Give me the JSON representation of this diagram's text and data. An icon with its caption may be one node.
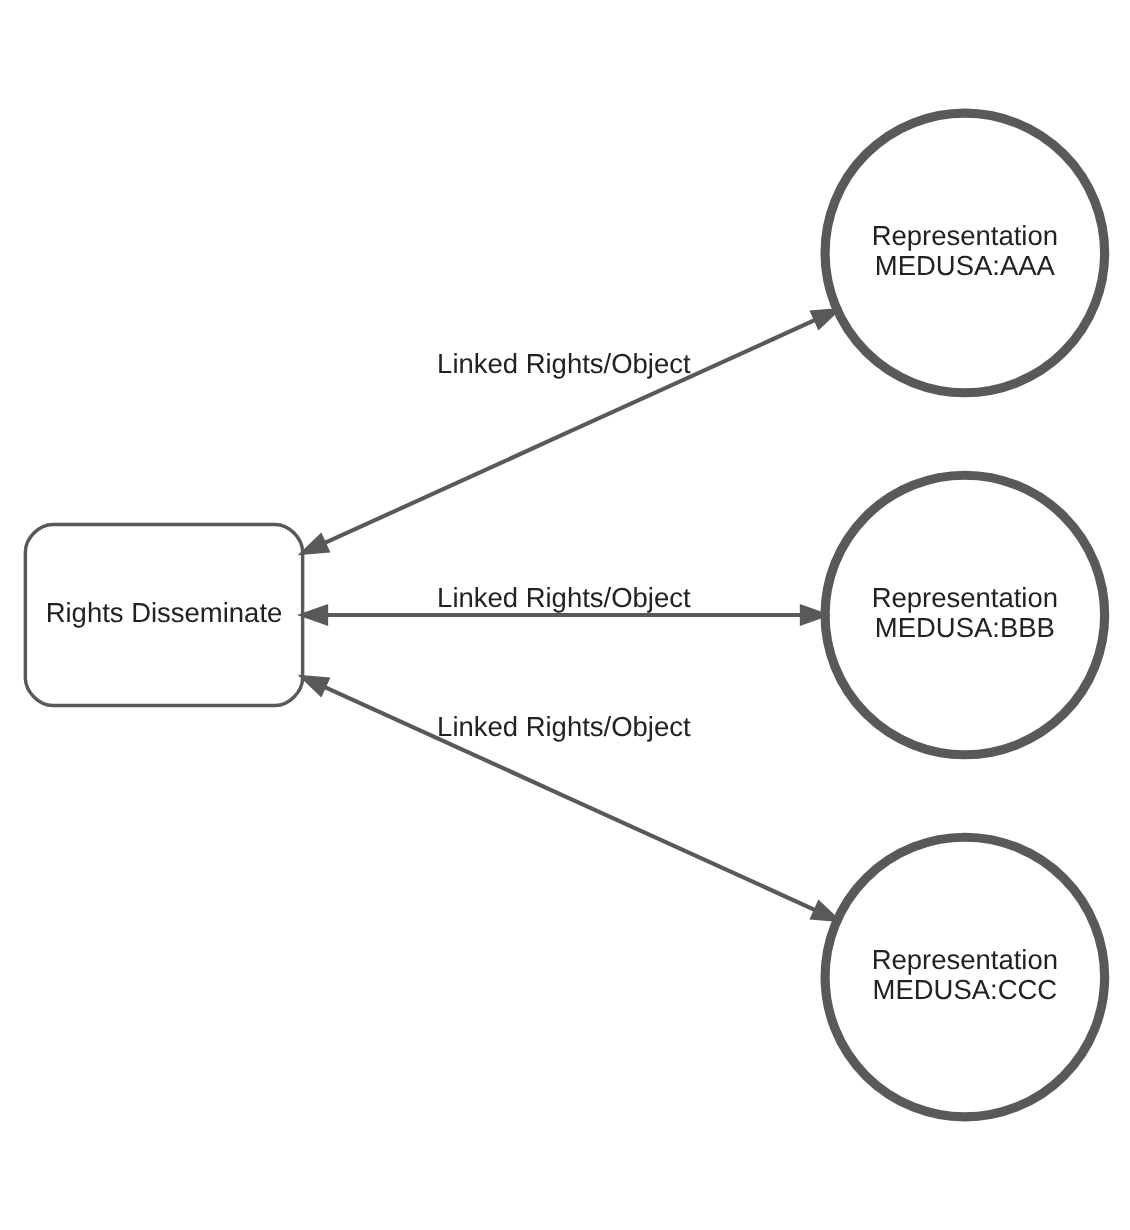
{
  "diagram": {
    "nodes": [
      {
        "text": [
          "Rights Disseminate"
        ]
      },
      {
        "text": [
          "Representation",
          "MEDUSA:AAA"
        ]
      },
      {
        "text": [
          "Representation",
          "MEDUSA:BBB"
        ]
      },
      {
        "text": [
          "Representation",
          "MEDUSA:CCC"
        ]
      }
    ],
    "edges": [
      {
        "from": 0,
        "to": 1,
        "arrow": "both",
        "label": "Linked Rights/Object"
      },
      {
        "from": 0,
        "to": 2,
        "arrow": "both",
        "label": "Linked Rights/Object"
      },
      {
        "from": 0,
        "to": 3,
        "arrow": "both",
        "label": "Linked Rights/Object"
      }
    ]
  }
}
